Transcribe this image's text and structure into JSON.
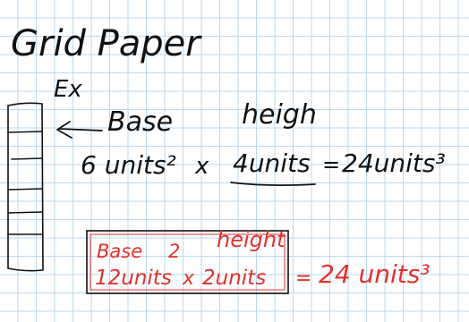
{
  "page": {
    "background": "#ffffff",
    "grid_color": "#b9d9f2"
  },
  "ink": {
    "black": "#111111",
    "red": "#e0322c"
  },
  "notes": {
    "title": "Grid Paper",
    "example_label": "Ex",
    "base_label": "Base",
    "height_label": "heigh",
    "black_equation": {
      "base_value": "6 units²",
      "times": "x",
      "height_value": "4units",
      "equals": "=",
      "result": "24units³"
    },
    "red_box": {
      "base_label": "Base",
      "height_value_top": "2",
      "height_label": "height",
      "base_value": "12units",
      "times": "x",
      "height_value": "2units",
      "equals": "=",
      "result": "24 units³"
    }
  }
}
